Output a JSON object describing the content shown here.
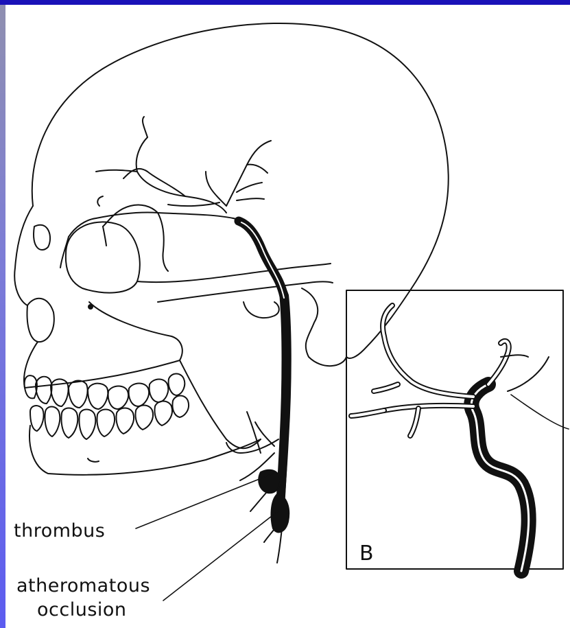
{
  "labels": {
    "thrombus": "thrombus",
    "atheromatous_line1": "atheromatous",
    "atheromatous_line2": "occlusion",
    "inset_letter": "B"
  },
  "colors": {
    "top_bar": "#1a12b8",
    "left_bar": "#6b6be8",
    "ink": "#111111",
    "background": "#ffffff"
  }
}
